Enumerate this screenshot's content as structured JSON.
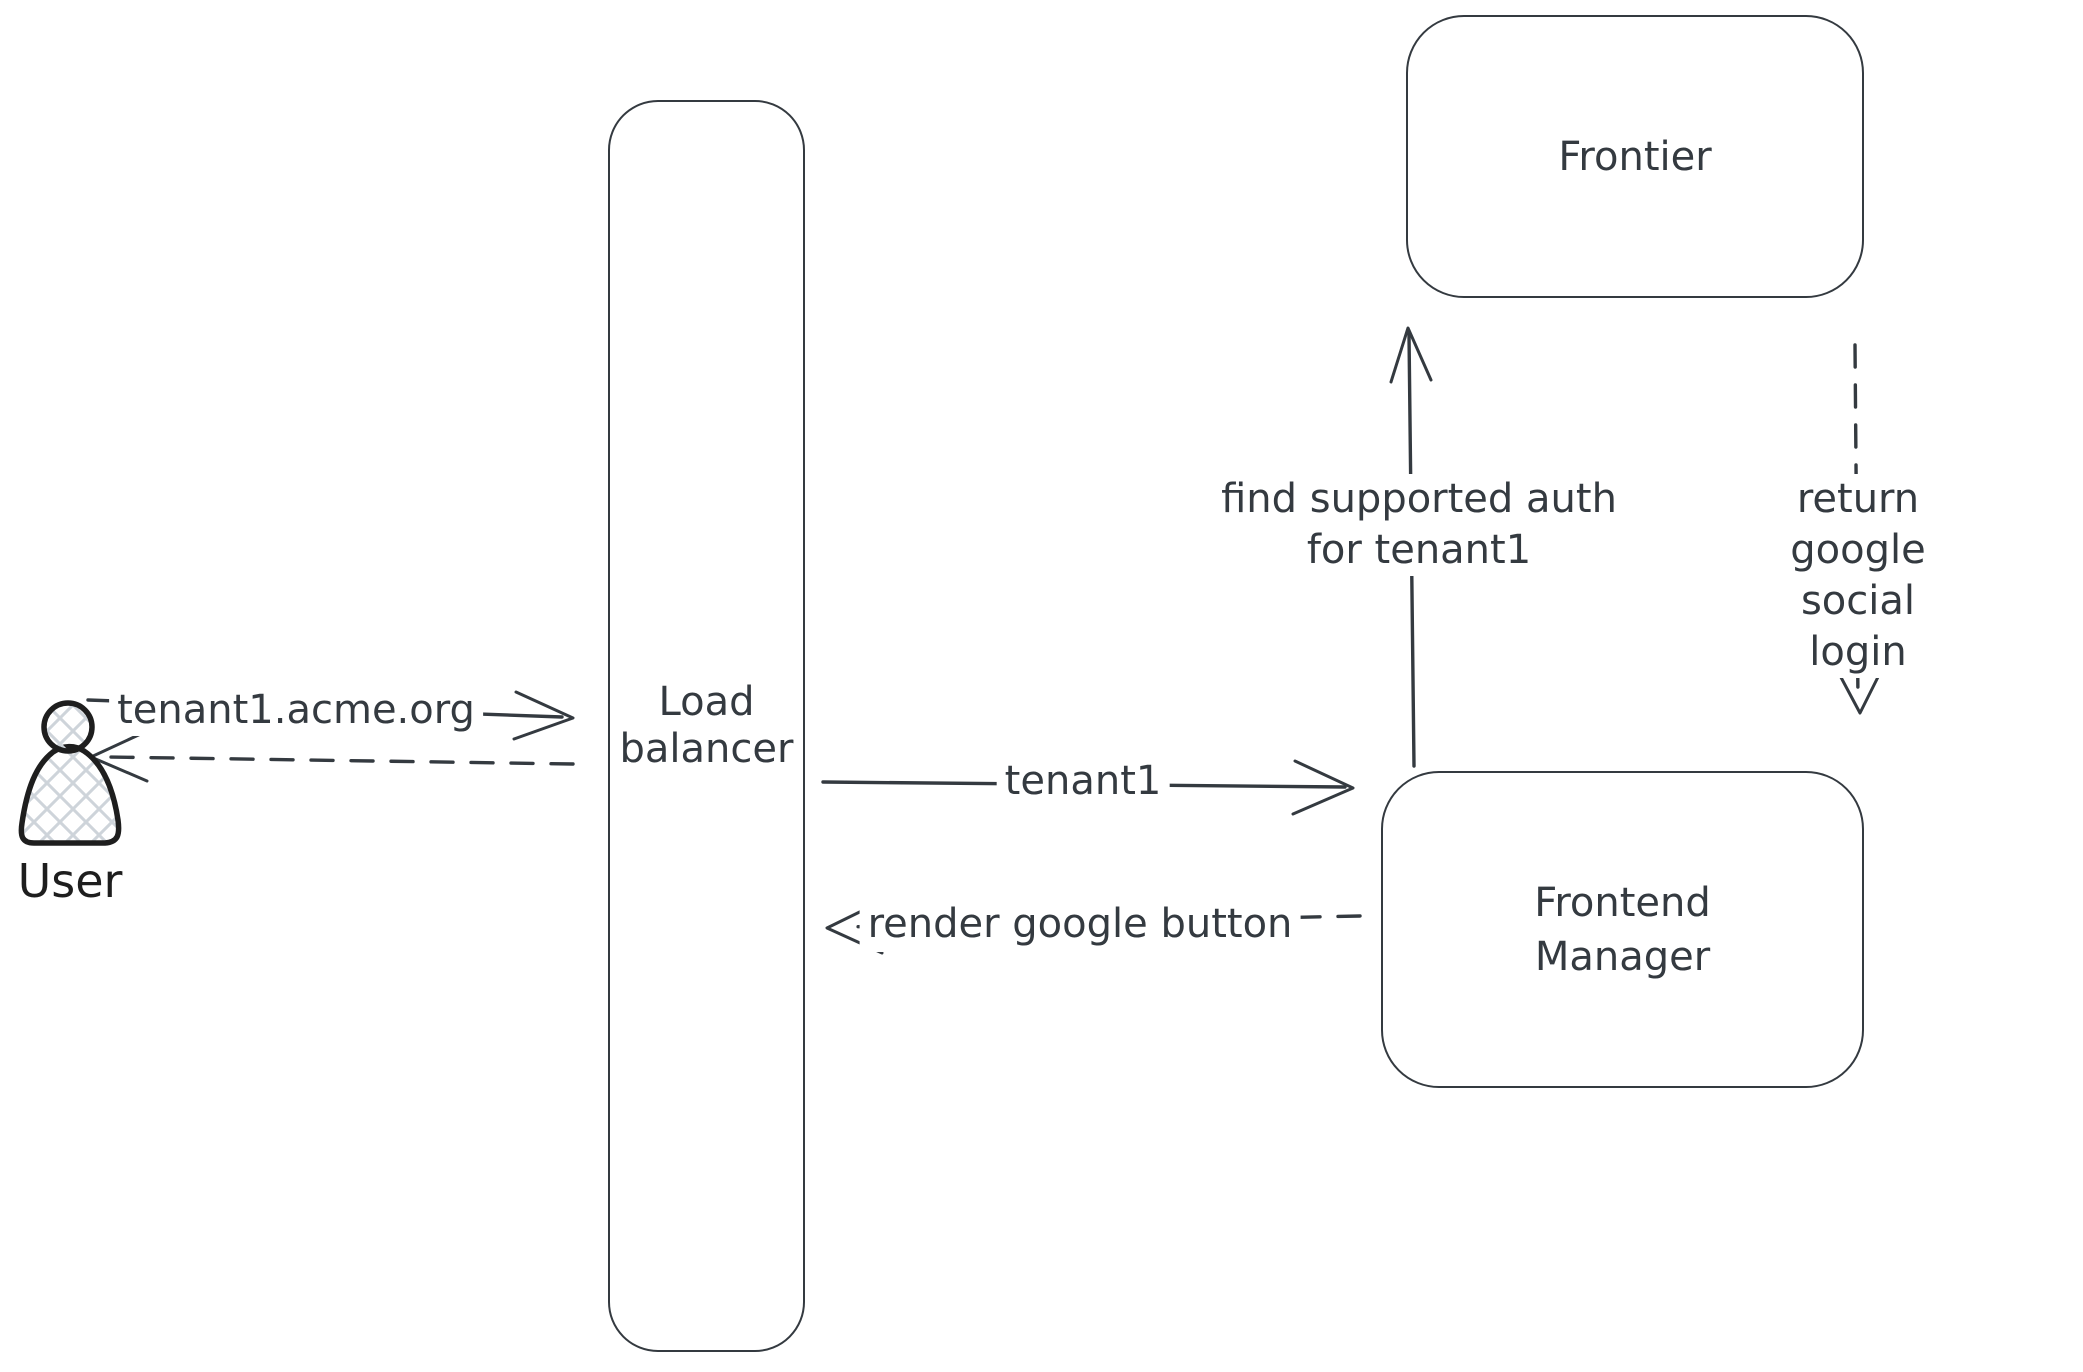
{
  "diagram_type": "sequence-flow sketch",
  "colors": {
    "stroke": "#343a40",
    "person_stroke": "#1e1e1e",
    "hatch_fill": "#ced4da",
    "background": "#ffffff"
  },
  "nodes": {
    "user": {
      "label": "User",
      "shape": "person-icon"
    },
    "load_balancer": {
      "label": "Load\nbalancer",
      "shape": "rounded-rectangle"
    },
    "frontier": {
      "label": "Frontier",
      "shape": "rounded-rectangle"
    },
    "frontend_manager": {
      "label": "Frontend\nManager",
      "shape": "rounded-rectangle"
    }
  },
  "edges": {
    "user_to_load_balancer": {
      "from": "user",
      "to": "load_balancer",
      "style": "solid",
      "label": "tenant1.acme.org"
    },
    "load_balancer_to_user": {
      "from": "load_balancer",
      "to": "user",
      "style": "dashed",
      "label": ""
    },
    "load_balancer_to_frontend_manager": {
      "from": "load_balancer",
      "to": "frontend_manager",
      "style": "solid",
      "label": "tenant1"
    },
    "frontend_manager_to_load_balancer": {
      "from": "frontend_manager",
      "to": "load_balancer",
      "style": "dashed",
      "label": "render google button"
    },
    "frontend_manager_to_frontier": {
      "from": "frontend_manager",
      "to": "frontier",
      "style": "solid",
      "label": "find supported auth\nfor tenant1"
    },
    "frontier_to_frontend_manager": {
      "from": "frontier",
      "to": "frontend_manager",
      "style": "dashed",
      "label": "return google social\nlogin"
    }
  }
}
